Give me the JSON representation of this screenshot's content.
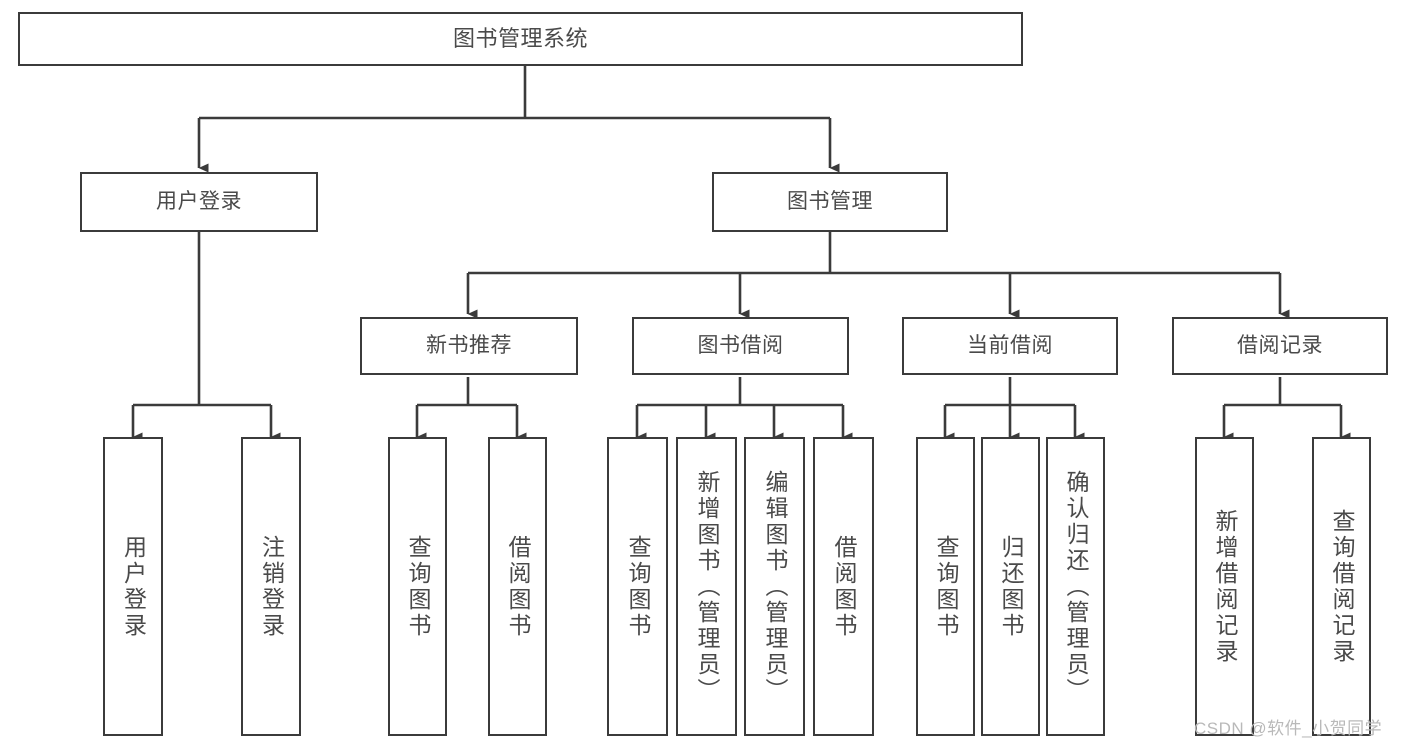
{
  "diagram": {
    "type": "tree",
    "title": "图书管理系统",
    "root": {
      "id": "root",
      "label": "图书管理系统"
    },
    "level1": [
      {
        "id": "user-login",
        "label": "用户登录"
      },
      {
        "id": "book-manage",
        "label": "图书管理"
      }
    ],
    "level2": [
      {
        "id": "new-book-rec",
        "label": "新书推荐",
        "parent": "book-manage"
      },
      {
        "id": "book-borrow",
        "label": "图书借阅",
        "parent": "book-manage"
      },
      {
        "id": "current-borrow",
        "label": "当前借阅",
        "parent": "book-manage"
      },
      {
        "id": "borrow-record",
        "label": "借阅记录",
        "parent": "book-manage"
      }
    ],
    "leaves": [
      {
        "id": "leaf-user-login",
        "label": "用户登录",
        "parent": "user-login"
      },
      {
        "id": "leaf-logout",
        "label": "注销登录",
        "parent": "user-login"
      },
      {
        "id": "leaf-query-book-1",
        "label": "查询图书",
        "parent": "new-book-rec"
      },
      {
        "id": "leaf-borrow-book-1",
        "label": "借阅图书",
        "parent": "new-book-rec"
      },
      {
        "id": "leaf-query-book-2",
        "label": "查询图书",
        "parent": "book-borrow"
      },
      {
        "id": "leaf-add-book",
        "label": "新增图书（管理员）",
        "parent": "book-borrow"
      },
      {
        "id": "leaf-edit-book",
        "label": "编辑图书（管理员）",
        "parent": "book-borrow"
      },
      {
        "id": "leaf-borrow-book-2",
        "label": "借阅图书",
        "parent": "book-borrow"
      },
      {
        "id": "leaf-query-book-3",
        "label": "查询图书",
        "parent": "current-borrow"
      },
      {
        "id": "leaf-return-book",
        "label": "归还图书",
        "parent": "current-borrow"
      },
      {
        "id": "leaf-confirm-return",
        "label": "确认归还（管理员）",
        "parent": "current-borrow"
      },
      {
        "id": "leaf-add-record",
        "label": "新增借阅记录",
        "parent": "borrow-record"
      },
      {
        "id": "leaf-query-record",
        "label": "查询借阅记录",
        "parent": "borrow-record"
      }
    ],
    "colors": {
      "stroke": "#3b3b3b",
      "text": "#4a4a4a",
      "background": "#ffffff",
      "watermark": "#b9b9b9"
    }
  },
  "watermark": {
    "text": "CSDN @软件_小贺同学"
  }
}
